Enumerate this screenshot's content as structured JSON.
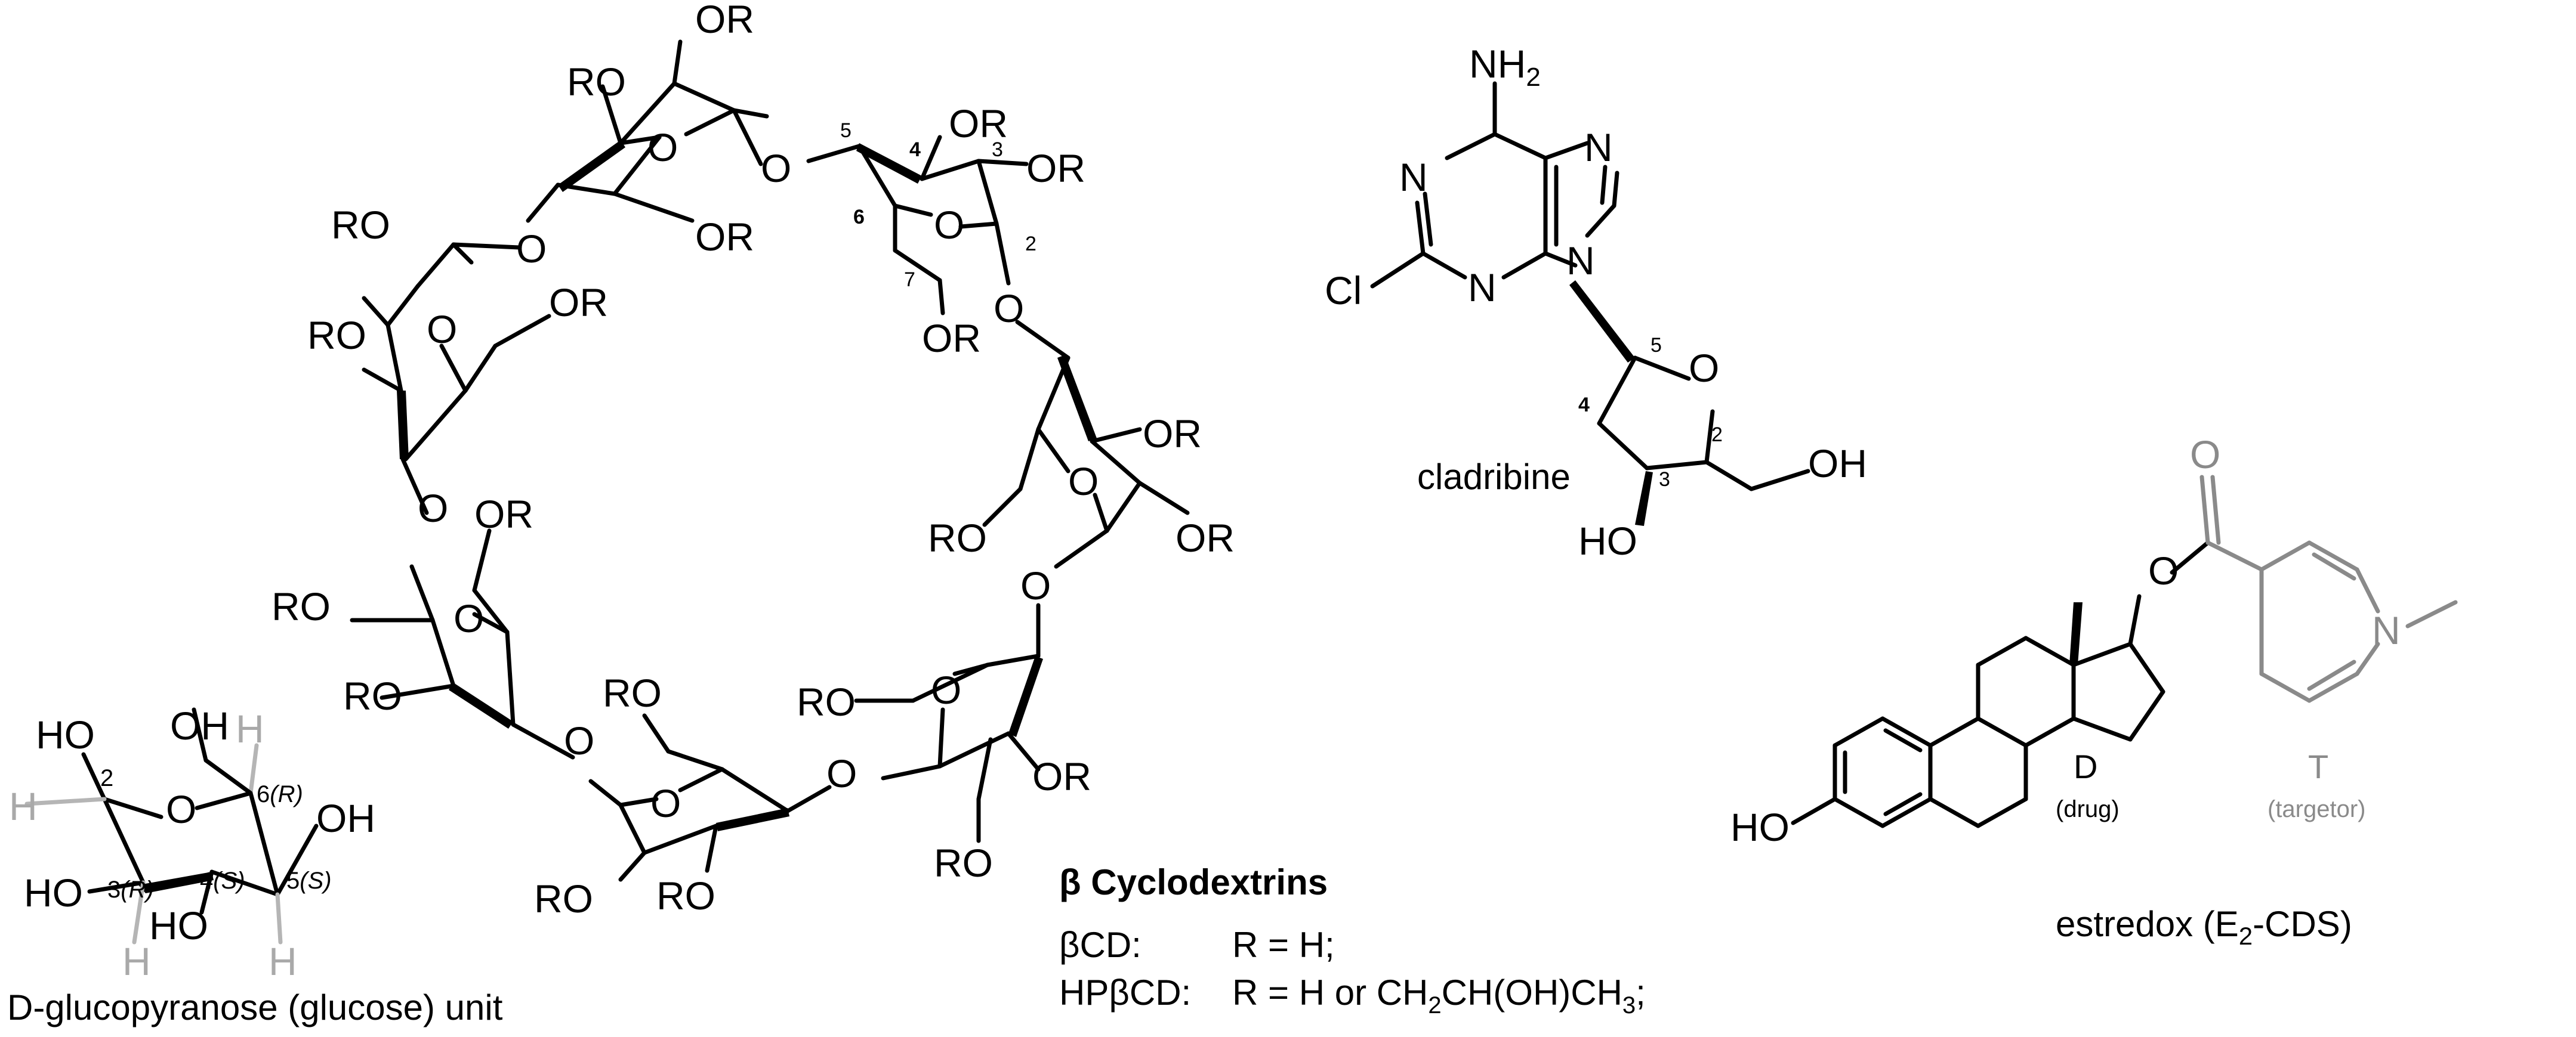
{
  "glucose": {
    "caption": "D-glucopyranose (glucose) unit",
    "oh": "OH",
    "ho": "HO",
    "h": "H",
    "ring_o": "O",
    "n2": "2",
    "n3": "3",
    "n3_conf": "(R)",
    "n4": "4",
    "n4_conf": "(S)",
    "n5": "5",
    "n5_conf": "(S)",
    "n6": "6",
    "n6_conf": "(R)"
  },
  "cyclodextrin": {
    "title": "β Cyclodextrins",
    "or": "OR",
    "ro": "RO",
    "o": "O",
    "n2": "2",
    "n3": "3",
    "n4": "4",
    "n5": "5",
    "n6": "6",
    "n7": "7",
    "def1_name": "βCD:",
    "def1_value": "R = H;",
    "def2_name": "HPβCD:",
    "def2_value_pre": "R = H or CH",
    "def2_sub1": "2",
    "def2_value_mid": "CH(OH)CH",
    "def2_sub2": "3",
    "def2_value_end": ";"
  },
  "cladribine": {
    "name": "cladribine",
    "nh": "NH",
    "nh_sub": "2",
    "n": "N",
    "cl": "Cl",
    "o": "O",
    "oh": "OH",
    "ho": "HO",
    "n2": "2",
    "n3": "3",
    "n4": "4",
    "n5": "5"
  },
  "estredox": {
    "caption_pre": "estredox (E",
    "caption_sub": "2",
    "caption_post": "-CDS)",
    "ho": "HO",
    "o": "O",
    "n": "N",
    "drug_letter": "D",
    "drug_label": "(drug)",
    "targetor_letter": "T",
    "targetor_label": "(targetor)"
  },
  "colors": {
    "ink": "#000000",
    "targetor": "#8a8a8a",
    "hydrogen": "#b5b5b5"
  }
}
